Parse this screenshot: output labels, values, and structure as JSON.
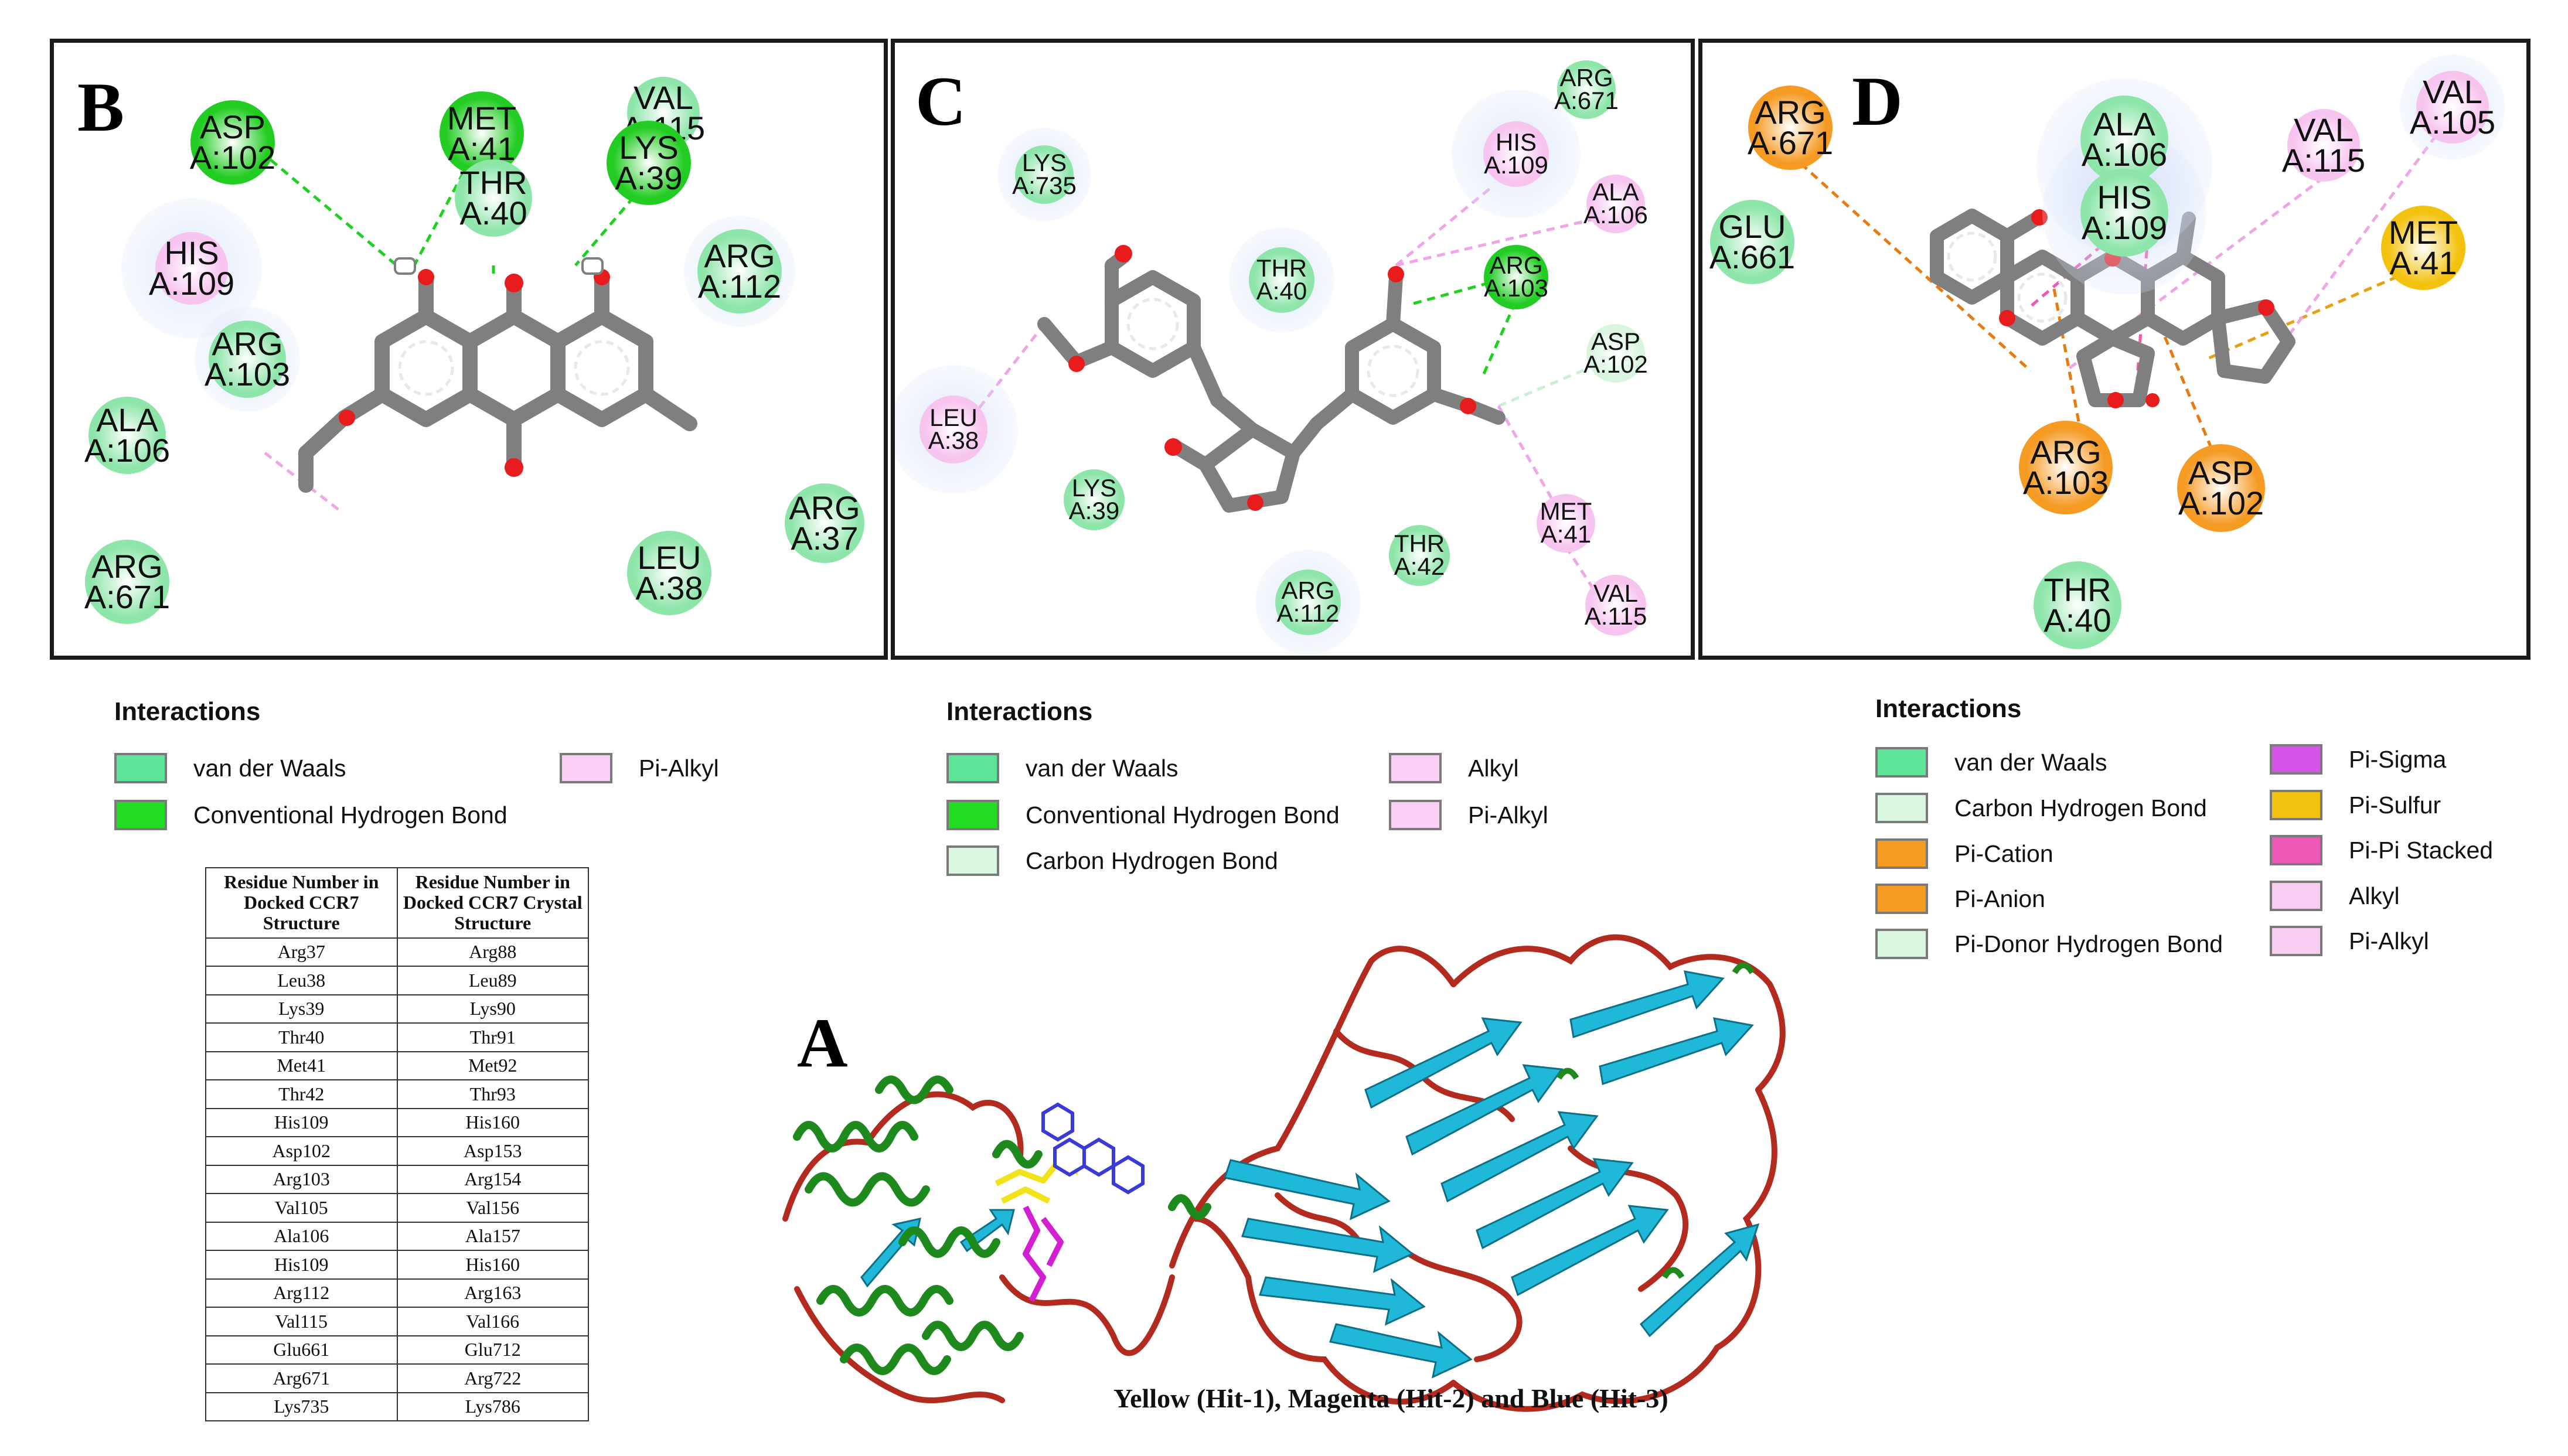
{
  "panels": {
    "B": {
      "label": "B"
    },
    "C": {
      "label": "C"
    },
    "D": {
      "label": "D"
    },
    "A": {
      "label": "A"
    }
  },
  "residues_b": [
    {
      "text": "ASP\nA:102",
      "kind": "hbond"
    },
    {
      "text": "MET\nA:41",
      "kind": "hbond"
    },
    {
      "text": "VAL\nA:115",
      "kind": "vdw"
    },
    {
      "text": "LYS\nA:39",
      "kind": "hbond"
    },
    {
      "text": "THR\nA:40",
      "kind": "vdw"
    },
    {
      "text": "HIS\nA:109",
      "kind": "pialkyl"
    },
    {
      "text": "ARG\nA:112",
      "kind": "vdw"
    },
    {
      "text": "ARG\nA:103",
      "kind": "vdw"
    },
    {
      "text": "ALA\nA:106",
      "kind": "vdw"
    },
    {
      "text": "ARG\nA:37",
      "kind": "vdw"
    },
    {
      "text": "LEU\nA:38",
      "kind": "vdw"
    },
    {
      "text": "ARG\nA:671",
      "kind": "vdw"
    }
  ],
  "residues_c": [
    {
      "text": "ARG\nA:671",
      "kind": "vdw"
    },
    {
      "text": "LYS\nA:735",
      "kind": "vdw"
    },
    {
      "text": "HIS\nA:109",
      "kind": "pialkyl"
    },
    {
      "text": "ALA\nA:106",
      "kind": "pialkyl"
    },
    {
      "text": "THR\nA:40",
      "kind": "vdw"
    },
    {
      "text": "ARG\nA:103",
      "kind": "hbond"
    },
    {
      "text": "ASP\nA:102",
      "kind": "chbond"
    },
    {
      "text": "LEU\nA:38",
      "kind": "pialkyl"
    },
    {
      "text": "LYS\nA:39",
      "kind": "vdw"
    },
    {
      "text": "MET\nA:41",
      "kind": "pialkyl"
    },
    {
      "text": "THR\nA:42",
      "kind": "vdw"
    },
    {
      "text": "ARG\nA:112",
      "kind": "vdw"
    },
    {
      "text": "VAL\nA:115",
      "kind": "pialkyl"
    }
  ],
  "residues_d": [
    {
      "text": "ARG\nA:671",
      "kind": "orange"
    },
    {
      "text": "ALA\nA:106",
      "kind": "vdw"
    },
    {
      "text": "VAL\nA:105",
      "kind": "pialkyl"
    },
    {
      "text": "VAL\nA:115",
      "kind": "pialkyl"
    },
    {
      "text": "GLU\nA:661",
      "kind": "vdw"
    },
    {
      "text": "HIS\nA:109",
      "kind": "vdw"
    },
    {
      "text": "MET\nA:41",
      "kind": "sulfur"
    },
    {
      "text": "ARG\nA:103",
      "kind": "orange"
    },
    {
      "text": "ASP\nA:102",
      "kind": "orange"
    },
    {
      "text": "THR\nA:40",
      "kind": "vdw"
    }
  ],
  "colors": {
    "vdw": "#8ee5aa",
    "hbond": "#22cc22",
    "chbond": "#d9f5e0",
    "pialkyl": "#f7c3ef",
    "alkyl": "#f5c3ee",
    "orange": "#f59a23",
    "sulfur": "#f2c20f",
    "pisigma": "#d155e8",
    "pipi": "#ee58b6",
    "helix": "#1e8a1e",
    "sheet": "#1fb8d8",
    "loop": "#b32a1e"
  },
  "legend_b": {
    "title": "Interactions",
    "items": [
      {
        "label": "van der Waals",
        "color": "#5ee59a"
      },
      {
        "label": "Conventional Hydrogen Bond",
        "color": "#22dd22"
      },
      {
        "label": "Pi-Alkyl",
        "color": "#fbd0f4"
      }
    ]
  },
  "legend_c": {
    "title": "Interactions",
    "items": [
      {
        "label": "van der Waals",
        "color": "#5ee59a"
      },
      {
        "label": "Conventional Hydrogen Bond",
        "color": "#22dd22"
      },
      {
        "label": "Carbon Hydrogen Bond",
        "color": "#d8f6e0"
      },
      {
        "label": "Alkyl",
        "color": "#fbd0f4"
      },
      {
        "label": "Pi-Alkyl",
        "color": "#fbd0f4"
      }
    ]
  },
  "legend_d": {
    "title": "Interactions",
    "items": [
      {
        "label": "van der Waals",
        "color": "#5ee59a"
      },
      {
        "label": "Carbon Hydrogen Bond",
        "color": "#d8f6e0"
      },
      {
        "label": "Pi-Cation",
        "color": "#f59a23"
      },
      {
        "label": "Pi-Anion",
        "color": "#f59a23"
      },
      {
        "label": "Pi-Donor Hydrogen Bond",
        "color": "#d8f6e0"
      },
      {
        "label": "Pi-Sigma",
        "color": "#d455e8"
      },
      {
        "label": "Pi-Sulfur",
        "color": "#f2c20f"
      },
      {
        "label": "Pi-Pi Stacked",
        "color": "#ee58b6"
      },
      {
        "label": "Alkyl",
        "color": "#f8cdf2"
      },
      {
        "label": "Pi-Alkyl",
        "color": "#f8cdf2"
      }
    ]
  },
  "table": {
    "headers": [
      "Residue Number in Docked CCR7 Structure",
      "Residue Number in Docked CCR7 Crystal Structure"
    ],
    "rows": [
      [
        "Arg37",
        "Arg88"
      ],
      [
        "Leu38",
        "Leu89"
      ],
      [
        "Lys39",
        "Lys90"
      ],
      [
        "Thr40",
        "Thr91"
      ],
      [
        "Met41",
        "Met92"
      ],
      [
        "Thr42",
        "Thr93"
      ],
      [
        "His109",
        "His160"
      ],
      [
        "Asp102",
        "Asp153"
      ],
      [
        "Arg103",
        "Arg154"
      ],
      [
        "Val105",
        "Val156"
      ],
      [
        "Ala106",
        "Ala157"
      ],
      [
        "His109",
        "His160"
      ],
      [
        "Arg112",
        "Arg163"
      ],
      [
        "Val115",
        "Val166"
      ],
      [
        "Glu661",
        "Glu712"
      ],
      [
        "Arg671",
        "Arg722"
      ],
      [
        "Lys735",
        "Lys786"
      ]
    ]
  },
  "caption": "Yellow (Hit-1), Magenta (Hit-2) and Blue (Hit-3)"
}
